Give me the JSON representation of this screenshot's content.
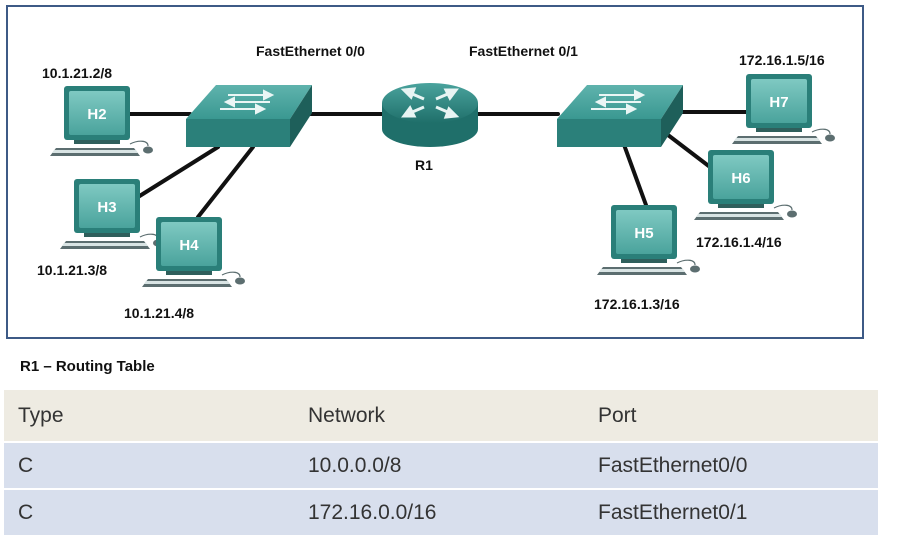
{
  "topology": {
    "interfaces": {
      "fa00": "FastEthernet 0/0",
      "fa01": "FastEthernet 0/1"
    },
    "router": {
      "name": "R1"
    },
    "hosts": {
      "H2": {
        "name": "H2",
        "ip": "10.1.21.2/8"
      },
      "H3": {
        "name": "H3",
        "ip": "10.1.21.3/8"
      },
      "H4": {
        "name": "H4",
        "ip": "10.1.21.4/8"
      },
      "H5": {
        "name": "H5",
        "ip": "172.16.1.3/16"
      },
      "H6": {
        "name": "H6",
        "ip": "172.16.1.4/16"
      },
      "H7": {
        "name": "H7",
        "ip": "172.16.1.5/16"
      }
    },
    "colors": {
      "device": "#2f8f8a",
      "screen": "#6fbfb8",
      "border": "#3d5a86"
    }
  },
  "routing_table": {
    "caption": "R1 – Routing Table",
    "headers": [
      "Type",
      "Network",
      "Port"
    ],
    "rows": [
      [
        "C",
        "10.0.0.0/8",
        "FastEthernet0/0"
      ],
      [
        "C",
        "172.16.0.0/16",
        "FastEthernet0/1"
      ]
    ]
  }
}
